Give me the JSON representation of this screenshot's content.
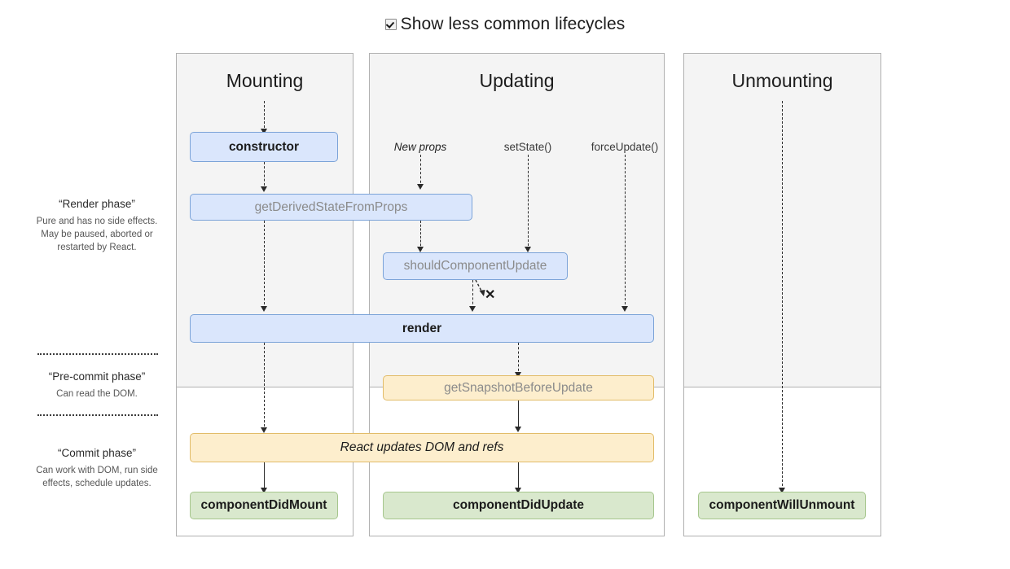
{
  "toggle": {
    "label": "Show less common lifecycles",
    "checked": true,
    "icon": "checkbox-checked-icon"
  },
  "phases": [
    {
      "id": "render-phase",
      "title": "“Render phase”",
      "description": "Pure and has no side effects. May be paused, aborted or restarted by React."
    },
    {
      "id": "pre-commit-phase",
      "title": "“Pre-commit phase”",
      "description": "Can read the DOM."
    },
    {
      "id": "commit-phase",
      "title": "“Commit phase”",
      "description": "Can work with DOM, run side effects, schedule updates."
    }
  ],
  "columns": [
    {
      "id": "mounting",
      "title": "Mounting"
    },
    {
      "id": "updating",
      "title": "Updating"
    },
    {
      "id": "unmounting",
      "title": "Unmounting"
    }
  ],
  "triggers": [
    {
      "id": "new-props",
      "label": "New props",
      "style": "italic"
    },
    {
      "id": "set-state",
      "label": "setState()",
      "style": "normal"
    },
    {
      "id": "force-update",
      "label": "forceUpdate()",
      "style": "normal"
    }
  ],
  "nodes": [
    {
      "id": "constructor",
      "label": "constructor",
      "color": "blue",
      "emphasis": "common"
    },
    {
      "id": "get-derived-state",
      "label": "getDerivedStateFromProps",
      "color": "blue",
      "emphasis": "uncommon"
    },
    {
      "id": "should-component-update",
      "label": "shouldComponentUpdate",
      "color": "blue",
      "emphasis": "uncommon"
    },
    {
      "id": "render",
      "label": "render",
      "color": "blue",
      "emphasis": "common"
    },
    {
      "id": "get-snapshot",
      "label": "getSnapshotBeforeUpdate",
      "color": "yellow",
      "emphasis": "uncommon"
    },
    {
      "id": "react-updates-dom",
      "label": "React updates DOM and refs",
      "color": "yellow",
      "emphasis": "italic"
    },
    {
      "id": "component-did-mount",
      "label": "componentDidMount",
      "color": "green",
      "emphasis": "common"
    },
    {
      "id": "component-did-update",
      "label": "componentDidUpdate",
      "color": "green",
      "emphasis": "common"
    },
    {
      "id": "component-will-unmount",
      "label": "componentWillUnmount",
      "color": "green",
      "emphasis": "common"
    }
  ],
  "skip_mark": {
    "id": "bail-out-mark",
    "label": "✕"
  },
  "colors": {
    "blue_fill": "#dae6fc",
    "blue_border": "#7ba3d8",
    "yellow_fill": "#fdeecd",
    "yellow_border": "#e2bc69",
    "green_fill": "#d9e8cd",
    "green_border": "#a6c68d",
    "panel_shade": "#f4f4f4",
    "panel_border": "#b0b0b0",
    "uncommon_text": "#8b8b8b"
  }
}
